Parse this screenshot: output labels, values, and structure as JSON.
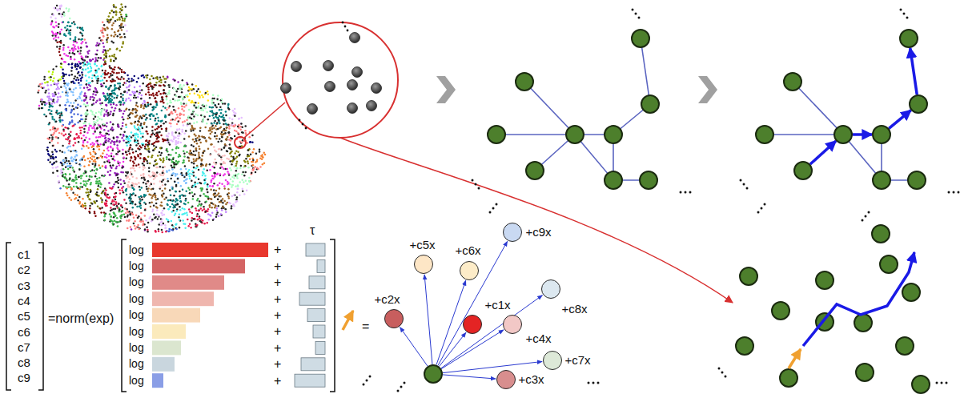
{
  "diagram": {
    "nodes": [
      {
        "text": [
          "+c5x"
        ]
      },
      {
        "text": [
          "+c6x"
        ]
      },
      {
        "text": [
          "+c9x"
        ]
      },
      {
        "text": [
          "+c2x"
        ]
      },
      {
        "text": [
          "+c1x"
        ]
      },
      {
        "text": [
          "+c8x"
        ]
      },
      {
        "text": [
          "+c4x"
        ]
      },
      {
        "text": [
          "+c7x"
        ]
      },
      {
        "text": [
          "+c3x"
        ]
      }
    ],
    "labels": [
      "c1",
      "c2",
      "c3",
      "c4",
      "c5",
      "c6",
      "c7",
      "c8",
      "c9",
      "=norm(exp)",
      "log",
      "log",
      "log",
      "log",
      "log",
      "log",
      "log",
      "log",
      "log",
      "+",
      "+",
      "+",
      "+",
      "+",
      "+",
      "+",
      "+",
      "+",
      "τ",
      "="
    ]
  }
}
